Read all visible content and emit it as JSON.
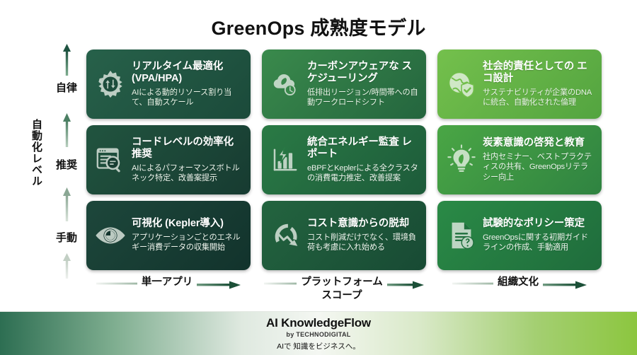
{
  "title": "GreenOps 成熟度モデル",
  "yaxis": {
    "label": "自動化レベル",
    "levels": [
      {
        "label": "自律"
      },
      {
        "label": "推奨"
      },
      {
        "label": "手動"
      }
    ]
  },
  "xaxis": {
    "groups": [
      {
        "label": "単一アプリ"
      },
      {
        "label": "プラットフォーム\nスコープ"
      },
      {
        "label": "組織文化"
      }
    ]
  },
  "grid": {
    "cells": [
      {
        "icon": "gear-arrows-icon",
        "title": "リアルタイム最適化 (VPA/HPA)",
        "desc": "AIによる動的リソース割り当て、自動スケール",
        "color": "#1e5340"
      },
      {
        "icon": "cloud-leaf-clock-icon",
        "title": "カーボンアウェアな スケジューリング",
        "desc": "低排出リージョン/時間帯への自動ワークロードシフト",
        "color": "#2f7a44"
      },
      {
        "icon": "globe-shield-icon",
        "title": "社会的責任としての エコ設計",
        "desc": "サステナビリティが企業のDNAに統合、自動化された倫理",
        "color": "#62b143"
      },
      {
        "icon": "code-magnifier-icon",
        "title": "コードレベルの効率化 推奨",
        "desc": "AIによるパフォーマンスボトルネック特定、改善案提示",
        "color": "#1b4437"
      },
      {
        "icon": "bar-chart-bolt-icon",
        "title": "統合エネルギー監査 レポート",
        "desc": "eBPFとKeplerによる全クラスタの消費電力推定、改善提案",
        "color": "#226b40"
      },
      {
        "icon": "lightbulb-leaf-icon",
        "title": "炭素意識の啓発と教育",
        "desc": "社内セミナー、ベストプラクティスの共有、GreenOpsリテラシー向上",
        "color": "#3d9442"
      },
      {
        "icon": "eye-icon",
        "title": "可視化 (Kepler導入)",
        "desc": "アプリケーションごとのエネルギー消費データの収集開始",
        "color": "#173a33"
      },
      {
        "icon": "trend-down-arrow-icon",
        "title": "コスト意識からの脱却",
        "desc": "コスト削減だけでなく、環境負荷も考慮に入れ始める",
        "color": "#1d5839"
      },
      {
        "icon": "document-question-icon",
        "title": "試験的なポリシー策定",
        "desc": "GreenOpsに関する初期ガイドラインの作成、手動適用",
        "color": "#22793f"
      }
    ]
  },
  "footer": {
    "brand": "AI KnowledgeFlow",
    "by": "by TECHNODIGITAL",
    "tagline": "AIで 知識をビジネスへ。"
  },
  "colors": {
    "dark_green": "#173a33",
    "mid_green": "#226b40",
    "bright_green": "#62b143",
    "text_dark": "#111111"
  }
}
